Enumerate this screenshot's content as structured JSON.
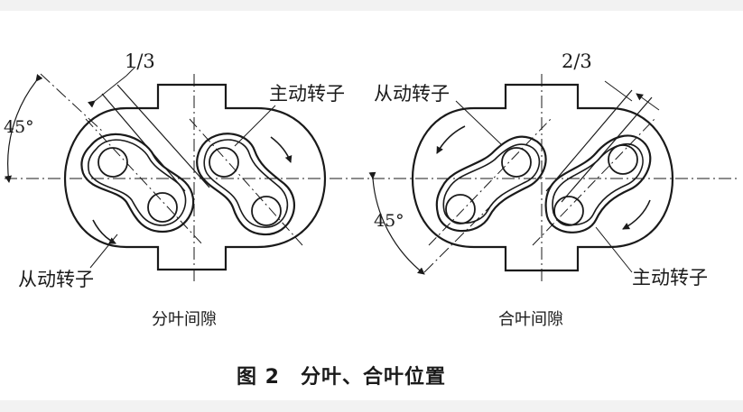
{
  "left_view": {
    "fraction": "1/3",
    "angle": "45°",
    "driving_rotor": "主动转子",
    "driven_rotor": "从动转子",
    "subtitle": "分叶间隙"
  },
  "right_view": {
    "fraction": "2/3",
    "angle": "45°",
    "driving_rotor": "主动转子",
    "driven_rotor": "从动转子",
    "subtitle": "合叶间隙"
  },
  "caption": "图 2　分叶、合叶位置",
  "colors": {
    "line": "#1a1a1a",
    "background": "#ffffff",
    "margin": "#f2f2f2"
  }
}
